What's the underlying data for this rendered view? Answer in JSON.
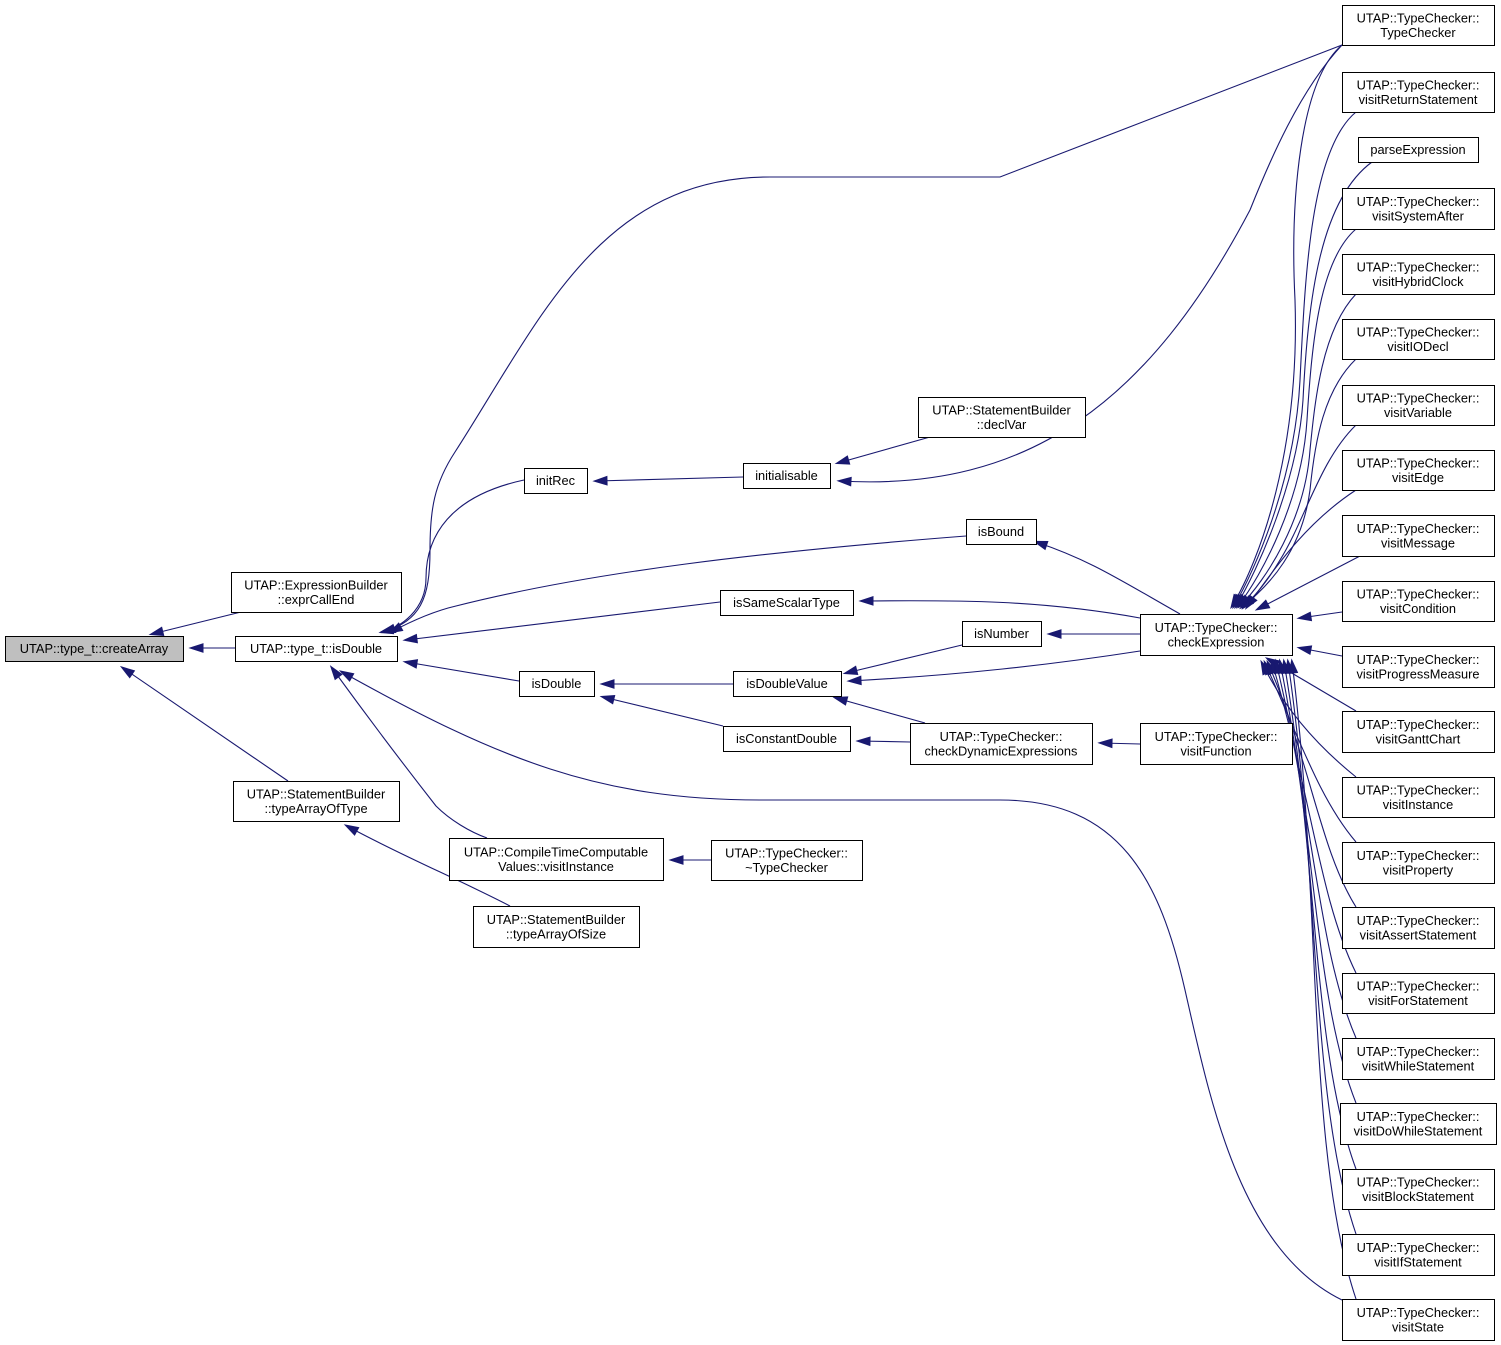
{
  "graph": {
    "edge_color": "#191970",
    "root_fill": "#bfbfbf",
    "nodes": [
      {
        "id": "createArray",
        "lines": [
          "UTAP::type_t::createArray"
        ],
        "root": true
      },
      {
        "id": "exprCallEnd",
        "lines": [
          "UTAP::ExpressionBuilder",
          "::exprCallEnd"
        ]
      },
      {
        "id": "isDoubleT",
        "lines": [
          "UTAP::type_t::isDouble"
        ]
      },
      {
        "id": "typeArrayOfType",
        "lines": [
          "UTAP::StatementBuilder",
          "::typeArrayOfType"
        ]
      },
      {
        "id": "initRec",
        "lines": [
          "initRec"
        ]
      },
      {
        "id": "isDouble",
        "lines": [
          "isDouble"
        ]
      },
      {
        "id": "ctcVisitInstance",
        "lines": [
          "UTAP::CompileTimeComputable",
          "Values::visitInstance"
        ]
      },
      {
        "id": "typeArrayOfSize",
        "lines": [
          "UTAP::StatementBuilder",
          "::typeArrayOfSize"
        ]
      },
      {
        "id": "initialisable",
        "lines": [
          "initialisable"
        ]
      },
      {
        "id": "isSameScalarType",
        "lines": [
          "isSameScalarType"
        ]
      },
      {
        "id": "isDoubleValue",
        "lines": [
          "isDoubleValue"
        ]
      },
      {
        "id": "isConstantDouble",
        "lines": [
          "isConstantDouble"
        ]
      },
      {
        "id": "dtorTypeChecker",
        "lines": [
          "UTAP::TypeChecker::",
          "~TypeChecker"
        ]
      },
      {
        "id": "declVar",
        "lines": [
          "UTAP::StatementBuilder",
          "::declVar"
        ]
      },
      {
        "id": "isBound",
        "lines": [
          "isBound"
        ]
      },
      {
        "id": "isNumber",
        "lines": [
          "isNumber"
        ]
      },
      {
        "id": "checkDynamicExpressions",
        "lines": [
          "UTAP::TypeChecker::",
          "checkDynamicExpressions"
        ]
      },
      {
        "id": "checkExpression",
        "lines": [
          "UTAP::TypeChecker::",
          "checkExpression"
        ]
      },
      {
        "id": "visitFunction",
        "lines": [
          "UTAP::TypeChecker::",
          "visitFunction"
        ]
      },
      {
        "id": "tcTypeChecker",
        "lines": [
          "UTAP::TypeChecker::",
          "TypeChecker"
        ]
      },
      {
        "id": "visitReturnStatement",
        "lines": [
          "UTAP::TypeChecker::",
          "visitReturnStatement"
        ]
      },
      {
        "id": "parseExpression",
        "lines": [
          "parseExpression"
        ]
      },
      {
        "id": "visitSystemAfter",
        "lines": [
          "UTAP::TypeChecker::",
          "visitSystemAfter"
        ]
      },
      {
        "id": "visitHybridClock",
        "lines": [
          "UTAP::TypeChecker::",
          "visitHybridClock"
        ]
      },
      {
        "id": "visitIODecl",
        "lines": [
          "UTAP::TypeChecker::",
          "visitIODecl"
        ]
      },
      {
        "id": "visitVariable",
        "lines": [
          "UTAP::TypeChecker::",
          "visitVariable"
        ]
      },
      {
        "id": "visitEdge",
        "lines": [
          "UTAP::TypeChecker::",
          "visitEdge"
        ]
      },
      {
        "id": "visitMessage",
        "lines": [
          "UTAP::TypeChecker::",
          "visitMessage"
        ]
      },
      {
        "id": "visitCondition",
        "lines": [
          "UTAP::TypeChecker::",
          "visitCondition"
        ]
      },
      {
        "id": "visitProgressMeasure",
        "lines": [
          "UTAP::TypeChecker::",
          "visitProgressMeasure"
        ]
      },
      {
        "id": "visitGanttChart",
        "lines": [
          "UTAP::TypeChecker::",
          "visitGanttChart"
        ]
      },
      {
        "id": "visitInstance",
        "lines": [
          "UTAP::TypeChecker::",
          "visitInstance"
        ]
      },
      {
        "id": "visitProperty",
        "lines": [
          "UTAP::TypeChecker::",
          "visitProperty"
        ]
      },
      {
        "id": "visitAssertStatement",
        "lines": [
          "UTAP::TypeChecker::",
          "visitAssertStatement"
        ]
      },
      {
        "id": "visitForStatement",
        "lines": [
          "UTAP::TypeChecker::",
          "visitForStatement"
        ]
      },
      {
        "id": "visitWhileStatement",
        "lines": [
          "UTAP::TypeChecker::",
          "visitWhileStatement"
        ]
      },
      {
        "id": "visitDoWhileStatement",
        "lines": [
          "UTAP::TypeChecker::",
          "visitDoWhileStatement"
        ]
      },
      {
        "id": "visitBlockStatement",
        "lines": [
          "UTAP::TypeChecker::",
          "visitBlockStatement"
        ]
      },
      {
        "id": "visitIfStatement",
        "lines": [
          "UTAP::TypeChecker::",
          "visitIfStatement"
        ]
      },
      {
        "id": "visitState",
        "lines": [
          "UTAP::TypeChecker::",
          "visitState"
        ]
      }
    ],
    "edges": [
      {
        "from": "exprCallEnd",
        "to": "createArray"
      },
      {
        "from": "isDoubleT",
        "to": "createArray"
      },
      {
        "from": "typeArrayOfType",
        "to": "createArray"
      },
      {
        "from": "typeArrayOfSize",
        "to": "typeArrayOfType"
      },
      {
        "from": "initRec",
        "to": "isDoubleT"
      },
      {
        "from": "isSameScalarType",
        "to": "isDoubleT"
      },
      {
        "from": "isBound",
        "to": "isDoubleT"
      },
      {
        "from": "isDouble",
        "to": "isDoubleT"
      },
      {
        "from": "ctcVisitInstance",
        "to": "isDoubleT"
      },
      {
        "from": "tcTypeChecker",
        "to": "isDoubleT"
      },
      {
        "from": "visitState",
        "to": "isDoubleT"
      },
      {
        "from": "isDoubleValue",
        "to": "isDouble"
      },
      {
        "from": "isConstantDouble",
        "to": "isDouble"
      },
      {
        "from": "initialisable",
        "to": "initRec"
      },
      {
        "from": "declVar",
        "to": "initialisable"
      },
      {
        "from": "tcTypeChecker",
        "to": "initialisable"
      },
      {
        "from": "isNumber",
        "to": "isDoubleValue"
      },
      {
        "from": "checkExpression",
        "to": "isDoubleValue"
      },
      {
        "from": "checkDynamicExpressions",
        "to": "isDoubleValue"
      },
      {
        "from": "checkDynamicExpressions",
        "to": "isConstantDouble"
      },
      {
        "from": "visitFunction",
        "to": "checkDynamicExpressions"
      },
      {
        "from": "dtorTypeChecker",
        "to": "ctcVisitInstance"
      },
      {
        "from": "checkExpression",
        "to": "isSameScalarType"
      },
      {
        "from": "checkExpression",
        "to": "isBound"
      },
      {
        "from": "checkExpression",
        "to": "isNumber"
      },
      {
        "from": "tcTypeChecker",
        "to": "checkExpression"
      },
      {
        "from": "visitReturnStatement",
        "to": "checkExpression"
      },
      {
        "from": "parseExpression",
        "to": "checkExpression"
      },
      {
        "from": "visitSystemAfter",
        "to": "checkExpression"
      },
      {
        "from": "visitHybridClock",
        "to": "checkExpression"
      },
      {
        "from": "visitIODecl",
        "to": "checkExpression"
      },
      {
        "from": "visitVariable",
        "to": "checkExpression"
      },
      {
        "from": "visitEdge",
        "to": "checkExpression"
      },
      {
        "from": "visitMessage",
        "to": "checkExpression"
      },
      {
        "from": "visitCondition",
        "to": "checkExpression"
      },
      {
        "from": "visitProgressMeasure",
        "to": "checkExpression"
      },
      {
        "from": "visitGanttChart",
        "to": "checkExpression"
      },
      {
        "from": "visitInstance",
        "to": "checkExpression"
      },
      {
        "from": "visitProperty",
        "to": "checkExpression"
      },
      {
        "from": "visitAssertStatement",
        "to": "checkExpression"
      },
      {
        "from": "visitForStatement",
        "to": "checkExpression"
      },
      {
        "from": "visitWhileStatement",
        "to": "checkExpression"
      },
      {
        "from": "visitDoWhileStatement",
        "to": "checkExpression"
      },
      {
        "from": "visitBlockStatement",
        "to": "checkExpression"
      },
      {
        "from": "visitIfStatement",
        "to": "checkExpression"
      },
      {
        "from": "visitState",
        "to": "checkExpression"
      }
    ]
  }
}
